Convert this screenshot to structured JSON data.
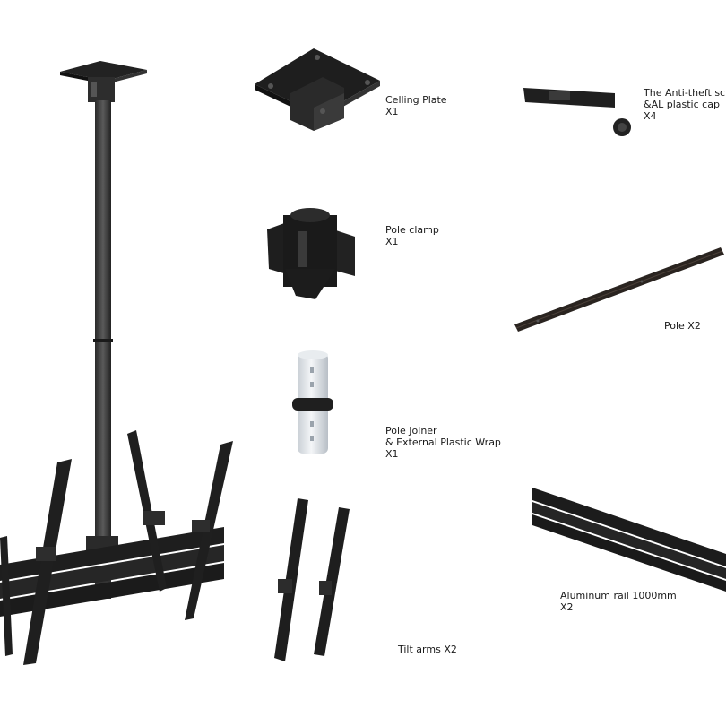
{
  "parts": {
    "ceiling_plate": {
      "name": "Celling Plate",
      "qty": "X1"
    },
    "anti_theft": {
      "name_line1": "The Anti-theft sc",
      "name_line2": "&AL plastic cap",
      "qty": "X4"
    },
    "pole_clamp": {
      "name": "Pole clamp",
      "qty": "X1"
    },
    "pole": {
      "name": "Pole X2"
    },
    "pole_joiner": {
      "name_line1": "Pole Joiner",
      "name_line2": "& External Plastic Wrap",
      "qty": "X1"
    },
    "aluminum_rail": {
      "name": "Aluminum rail 1000mm",
      "qty": "X2"
    },
    "tilt_arms": {
      "name": "Tilt arms X2"
    }
  },
  "colors": {
    "metal": "#2b2b2b",
    "metal_light": "#4a4a4a",
    "joiner": "#d8dde2",
    "text": "#1a1a1a"
  }
}
